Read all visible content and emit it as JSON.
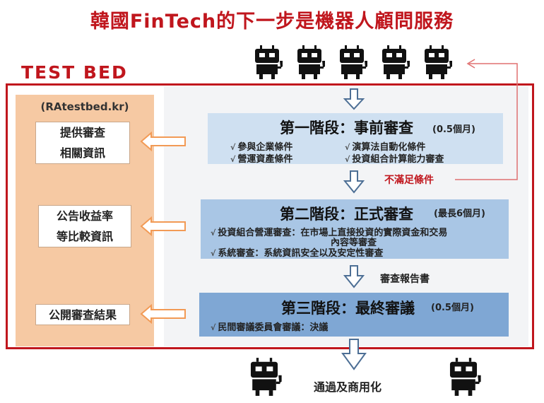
{
  "title": "韓國FinTech的下一步是機器人顧問服務",
  "test_bed_label": "TEST BED",
  "site": "(RAtestbed.kr)",
  "left_boxes": [
    {
      "lines": [
        "提供審查",
        "相關資訊"
      ]
    },
    {
      "lines": [
        "公告收益率",
        "等比較資訊"
      ]
    },
    {
      "lines": [
        "公開審查結果"
      ]
    }
  ],
  "stage1": {
    "title": "第一階段：事前審查",
    "duration": "(0.5個月)",
    "items": [
      "參與企業條件",
      "營運資產條件",
      "演算法自動化條件",
      "投資組合計算能力審查"
    ]
  },
  "fail_label": "不滿足條件",
  "stage2": {
    "title": "第二階段：正式審查",
    "duration": "(最長6個月)",
    "items": [
      "投資組合營運審查：在市場上直接投資的實際資金和交易",
      "內容等審查",
      "系統審查：系統資訊安全以及安定性審查"
    ]
  },
  "report_label": "審查報告書",
  "stage3": {
    "title": "第三階段：最終審議",
    "duration": "(0.5個月)",
    "items": [
      "民間審議委員會審議：決議"
    ]
  },
  "result_label": "通過及商用化",
  "check_mark": "√",
  "colors": {
    "accent_red": "#c0161d",
    "panel_orange": "#f6c9a3",
    "stage1": "#cfe0f1",
    "stage2": "#a9c6e5",
    "stage3": "#7fa7d4"
  },
  "icons": [
    "robot-icon",
    "down-arrow-icon",
    "left-arrow-icon",
    "feedback-arrow-icon"
  ]
}
